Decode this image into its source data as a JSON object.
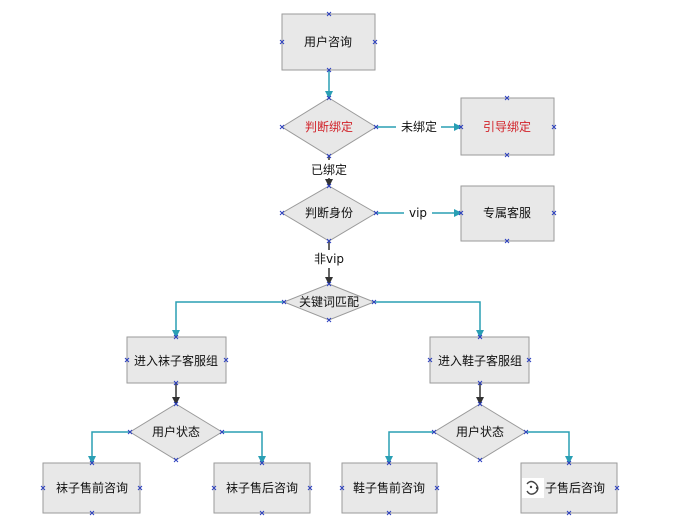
{
  "nodes": {
    "user_consult": "用户咨询",
    "judge_binding": "判断绑定",
    "guide_binding": "引导绑定",
    "judge_identity": "判断身份",
    "dedicated_service": "专属客服",
    "keyword_match": "关键词匹配",
    "sock_group": "进入袜子客服组",
    "shoe_group": "进入鞋子客服组",
    "user_status_left": "用户状态",
    "user_status_right": "用户状态",
    "sock_presale": "袜子售前咨询",
    "sock_aftersale": "袜子售后咨询",
    "shoe_presale": "鞋子售前咨询",
    "shoe_aftersale": "子售后咨询"
  },
  "edge_labels": {
    "not_bound": "未绑定",
    "bound": "已绑定",
    "vip": "vip",
    "non_vip": "非vip"
  },
  "colors": {
    "node_fill": "#e8e8e8",
    "node_stroke": "#9a9a9a",
    "arrow_teal": "#2a9fb4",
    "arrow_dark": "#333333",
    "label_red": "#d2232a",
    "handle_blue": "#2b3fbf"
  }
}
